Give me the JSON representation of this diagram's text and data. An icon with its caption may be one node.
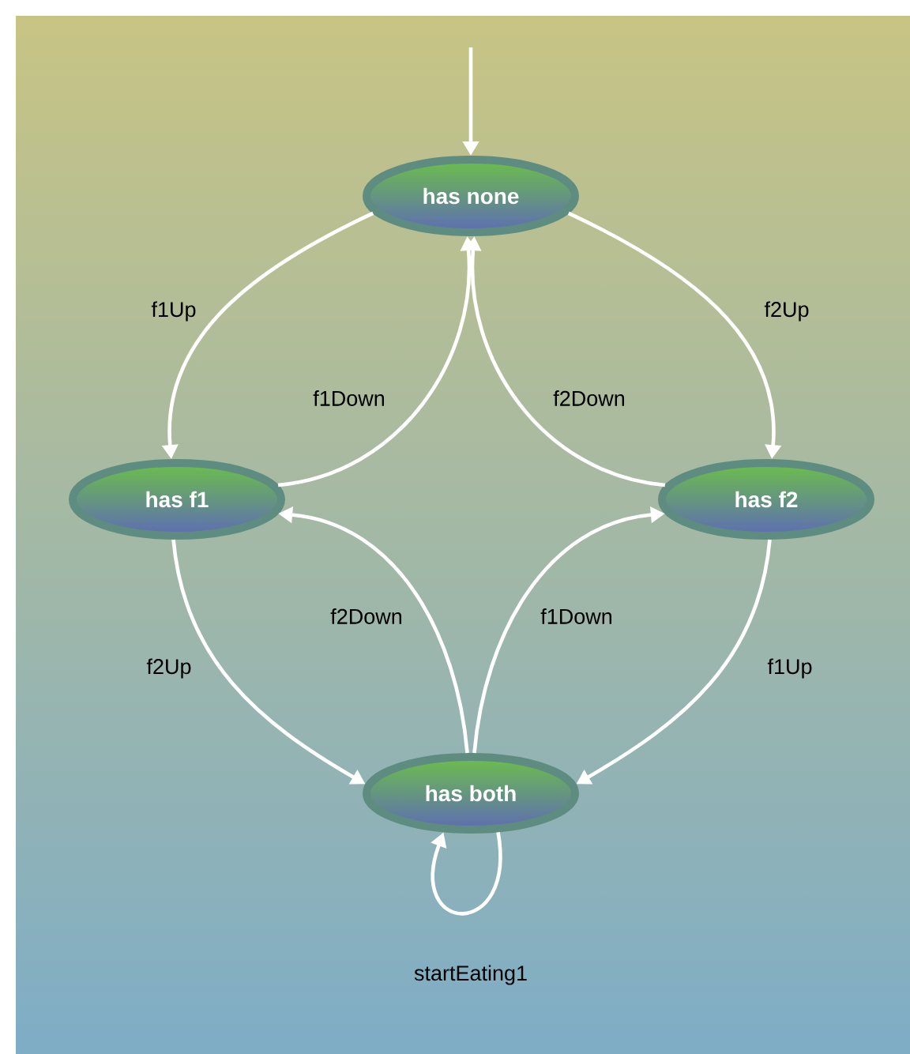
{
  "diagram": {
    "nodes": [
      {
        "text": [
          "has none"
        ]
      },
      {
        "text": [
          "has f1"
        ]
      },
      {
        "text": [
          "has f2"
        ]
      },
      {
        "text": [
          "has both"
        ]
      }
    ],
    "edges": [
      {
        "from": null,
        "to": 0,
        "arrow": "to"
      },
      {
        "from": 0,
        "to": 1,
        "arrow": "to",
        "label": "f1Up"
      },
      {
        "from": 1,
        "to": 0,
        "arrow": "to",
        "label": "f1Down"
      },
      {
        "from": 0,
        "to": 2,
        "arrow": "to",
        "label": "f2Up"
      },
      {
        "from": 2,
        "to": 0,
        "arrow": "to",
        "label": "f2Down"
      },
      {
        "from": 1,
        "to": 3,
        "arrow": "to",
        "label": "f2Up"
      },
      {
        "from": 3,
        "to": 1,
        "arrow": "to",
        "label": "f2Down"
      },
      {
        "from": 2,
        "to": 3,
        "arrow": "to",
        "label": "f1Up"
      },
      {
        "from": 3,
        "to": 2,
        "arrow": "to",
        "label": "f1Down"
      },
      {
        "from": 3,
        "to": 3,
        "arrow": "to",
        "label": "startEating1"
      }
    ]
  }
}
